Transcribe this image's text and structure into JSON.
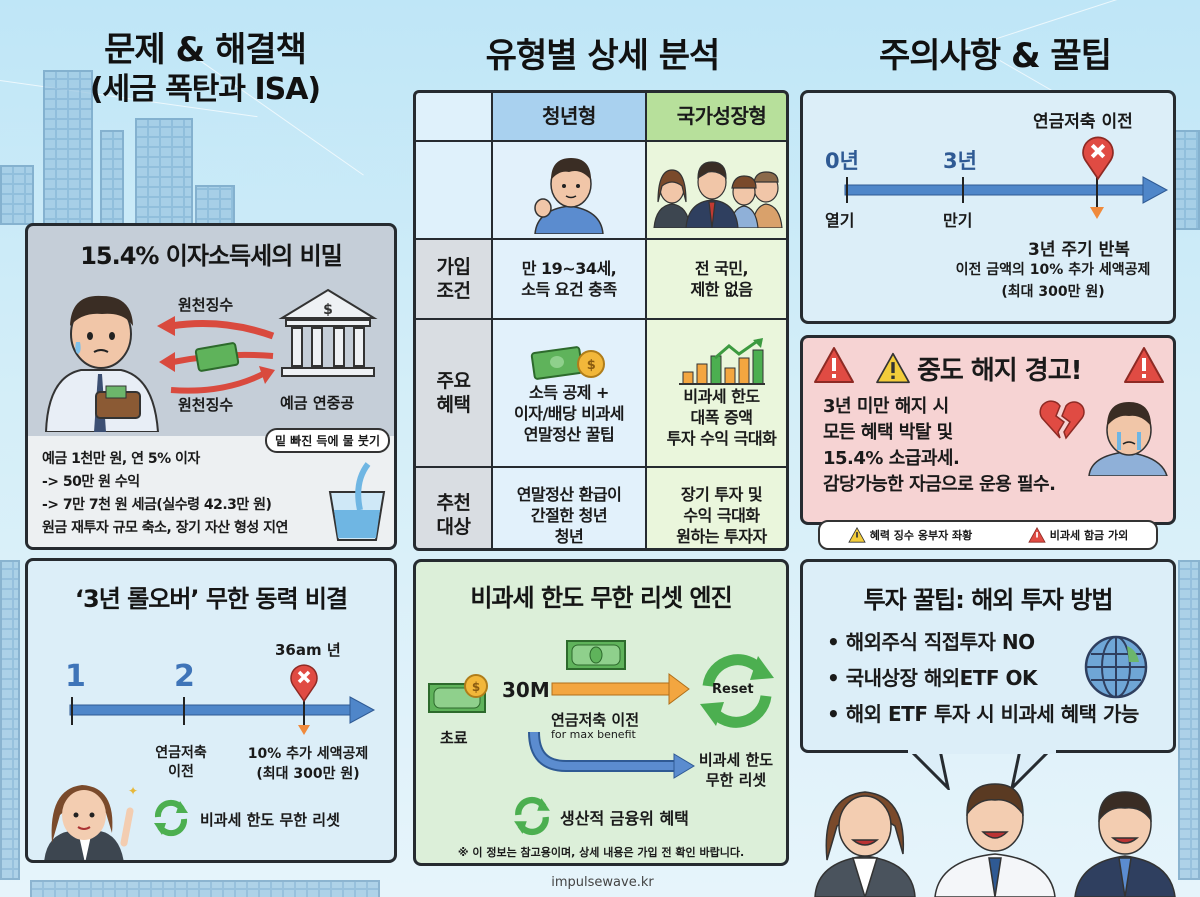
{
  "columns": {
    "left_title_line1": "문제 & 해결책",
    "left_title_line2": "(세금 폭탄과 ISA)",
    "middle_title": "유형별 상세 분석",
    "right_title": "주의사항 & 꿀팁"
  },
  "tax_secret": {
    "title": "15.4% 이자소득세의 비밀",
    "arrow_top_label": "원천징수",
    "arrow_bottom_label": "원천징수",
    "bank_label": "예금 연중공",
    "bank_symbol": "$",
    "speech_bubble": "밑 빠진 득에 물 붓기",
    "lines": [
      "예금 1천만 원, 연 5% 이자",
      "-> 50만 원 수익",
      "-> 7만 7천 원 세금(실수령 42.3만 원)",
      "원금 재투자 규모 축소, 장기 자산 형성 지연"
    ]
  },
  "rollover": {
    "title": "‘3년 롤오버’ 무한 동력 비결",
    "tick1": "1",
    "tick2": "2",
    "marker_label": "36am 년",
    "tick2_caption_line1": "연금저축",
    "tick2_caption_line2": "이전",
    "benefit_line1": "10% 추가 세액공제",
    "benefit_line2": "(최대 300만 원)",
    "reset_label": "비과세 한도 무한 리셋"
  },
  "comparison_table": {
    "headers": [
      "",
      "청년형",
      "국가성장형"
    ],
    "rows": [
      {
        "label": [
          "가입",
          "조건"
        ],
        "youth": [
          "만 19~34세,",
          "소득 요건 충족"
        ],
        "national": [
          "전 국민,",
          "제한 없음"
        ]
      },
      {
        "label": [
          "주요",
          "혜택"
        ],
        "youth": [
          "소득 공제 +",
          "이자/배당 비과세",
          "연말정산 꿀팁"
        ],
        "national": [
          "비과세 한도",
          "대폭 증액",
          "투자 수익 극대화"
        ]
      },
      {
        "label": [
          "추천",
          "대상"
        ],
        "youth": [
          "연말정산 환급이",
          "간절한 청년",
          "청년"
        ],
        "national": [
          "장기 투자 및",
          "수익 극대화",
          "원하는 투자자"
        ]
      }
    ]
  },
  "reset_engine": {
    "title": "비과세 한도 무한 리셋 엔진",
    "source_label": "초료",
    "amount": "30M",
    "transfer_label": "연금저축 이전",
    "transfer_sub": "for max benefit",
    "reset_badge": "Reset",
    "result_line1": "비과세 한도",
    "result_line2": "무한 리셋",
    "cycle_label": "생산적 금융위 혜택",
    "disclaimer": "※ 이 정보는 참고용이며, 상세 내용은 가입 전 확인 바랍니다."
  },
  "caution_timeline": {
    "top_label": "연금저축 이전",
    "tick0": "0년",
    "tick0_caption": "열기",
    "tick3": "3년",
    "tick3_caption": "만기",
    "cycle": "3년 주기 반복",
    "detail_line1": "이전 금액의 10% 추가 세액공제",
    "detail_line2": "(최대 300만 원)"
  },
  "warning": {
    "title": "중도 해지 경고!",
    "lines": [
      "3년 미만 해지 시",
      "모든 혜택 박탈 및",
      "15.4% 소급과세.",
      "감당가능한 자금으로 운용 필수."
    ],
    "badge1": "혜력 징수 옹부자 좌황",
    "badge2": "비과세 함금 가외"
  },
  "tips": {
    "title": "투자 꿀팁: 해외 투자 방법",
    "items": [
      "해외주식 직접투자 NO",
      "국내상장 해외ETF OK",
      "해외 ETF 투자 시 비과세 혜택 가능"
    ]
  },
  "footer": {
    "site": "impulsewave.kr"
  },
  "colors": {
    "sky": "#bfe6f7",
    "youth_header": "#a9d1ef",
    "national_header": "#b7e09b",
    "warning_bg": "#f6d3d3",
    "alert_red": "#e04b43",
    "timeline_blue": "#4f86c9",
    "orange": "#f3a640",
    "reset_green": "#4caf50"
  }
}
